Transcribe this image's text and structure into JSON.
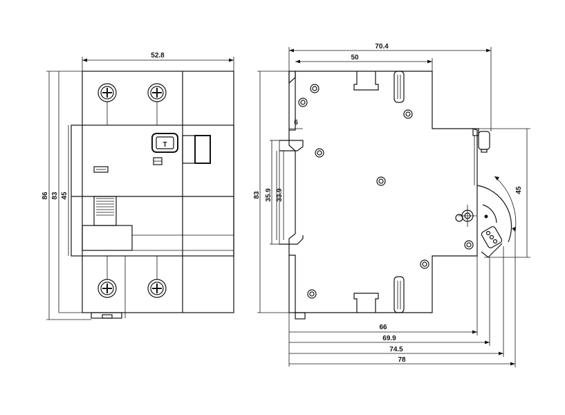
{
  "front_view": {
    "width_label": "52.8",
    "height_labels": [
      "86",
      "83",
      "45"
    ],
    "test_button_label": "T"
  },
  "side_view": {
    "overall_width_label": "70.4",
    "body_width_label": "50",
    "rail_depth_label": "6",
    "height_labels": [
      "83",
      "35.9",
      "33.9"
    ],
    "handle_angle_label": "45",
    "bottom_dims": [
      "66",
      "69.9",
      "74.5",
      "78"
    ]
  }
}
